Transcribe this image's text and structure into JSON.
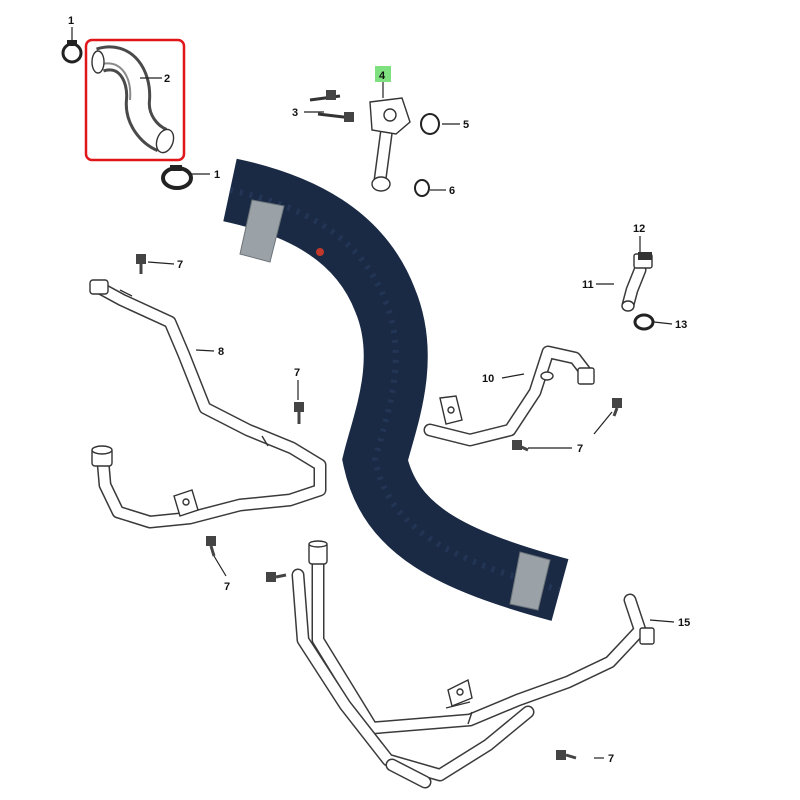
{
  "callouts": {
    "c1a": "1",
    "c1b": "1",
    "c2": "2",
    "c3": "3",
    "c4": "4",
    "c5": "5",
    "c6": "6",
    "c7a": "7",
    "c7b": "7",
    "c7c": "7",
    "c7d": "7",
    "c7e": "7",
    "c8": "8",
    "c10": "10",
    "c11": "11",
    "c12": "12",
    "c13": "13",
    "c15": "15"
  },
  "highlight": {
    "box_color": "#e0161b",
    "tag_color": "#7ee07e",
    "highlighted_part": "2",
    "highlighted_callout": "4"
  },
  "colors": {
    "hose": "#1a2a45",
    "hose_sleeve": "#9aa2a8",
    "hose_dot": "#c0392b",
    "line": "#333333"
  }
}
